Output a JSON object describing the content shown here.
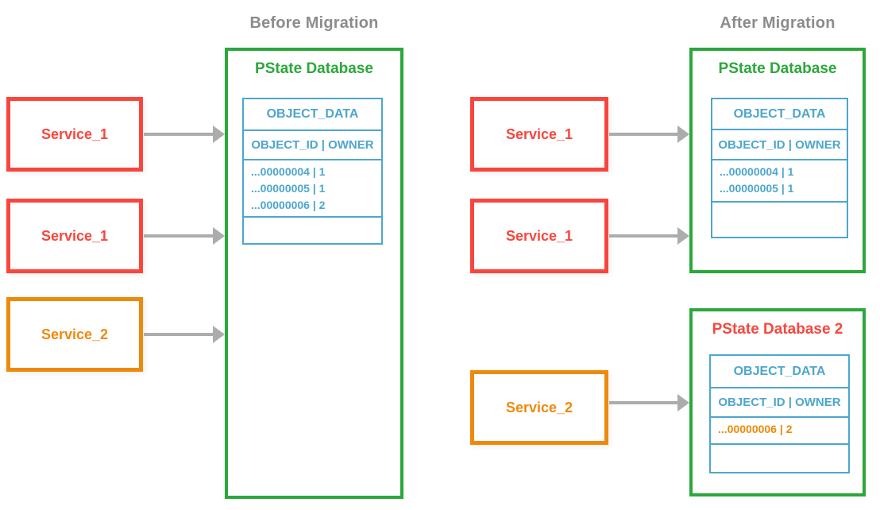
{
  "colors": {
    "green": "#2BA73C",
    "red": "#F8463D",
    "orange": "#EE8A0B",
    "blue": "#4DA6CD",
    "gray_title": "#8C8C8C",
    "arrow": "#ACACAC"
  },
  "before": {
    "title": "Before Migration",
    "services": [
      {
        "label": "Service_1"
      },
      {
        "label": "Service_1"
      },
      {
        "label": "Service_2"
      }
    ],
    "database": {
      "title": "PState Database",
      "table": {
        "header": "OBJECT_DATA",
        "columns": "OBJECT_ID | OWNER",
        "rows": [
          "...00000004 | 1",
          "...00000005 | 1",
          "...00000006 | 2"
        ]
      }
    }
  },
  "after": {
    "title": "After Migration",
    "services": [
      {
        "label": "Service_1"
      },
      {
        "label": "Service_1"
      },
      {
        "label": "Service_2"
      }
    ],
    "database1": {
      "title": "PState Database",
      "table": {
        "header": "OBJECT_DATA",
        "columns": "OBJECT_ID | OWNER",
        "rows": [
          "...00000004 | 1",
          "...00000005 | 1"
        ]
      }
    },
    "database2": {
      "title": "PState Database 2",
      "table": {
        "header": "OBJECT_DATA",
        "columns": "OBJECT_ID | OWNER",
        "rows": [
          "...00000006 | 2"
        ]
      }
    }
  }
}
